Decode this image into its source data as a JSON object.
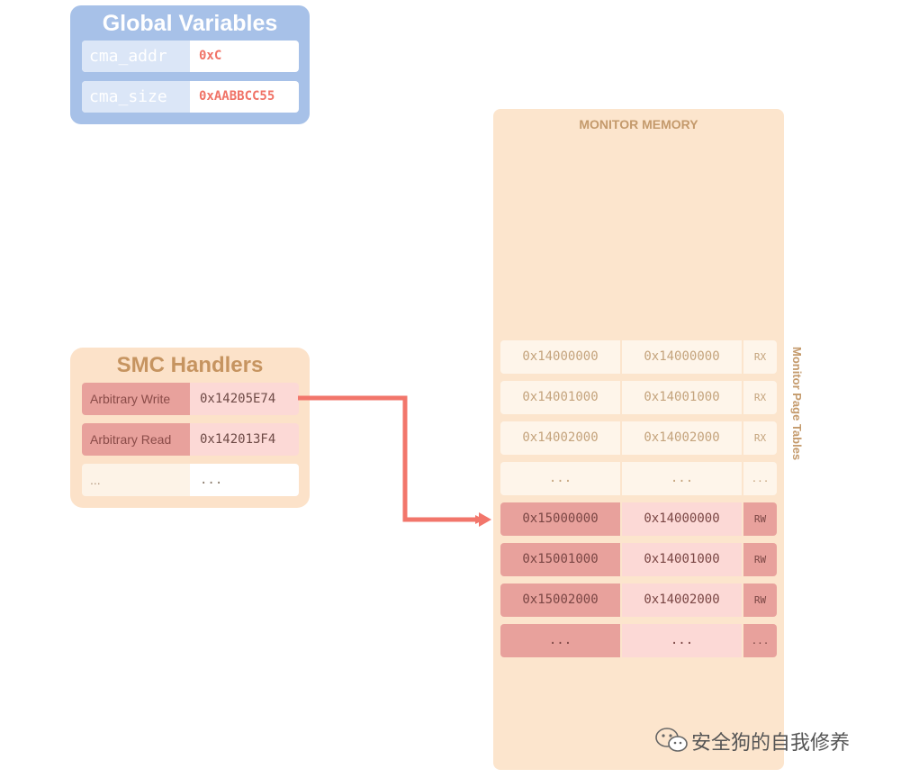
{
  "global_variables": {
    "title": "Global Variables",
    "rows": [
      {
        "key": "cma_addr",
        "value": "0xC"
      },
      {
        "key": "cma_size",
        "value": "0xAABBCC55"
      }
    ]
  },
  "smc_handlers": {
    "title": "SMC Handlers",
    "rows": [
      {
        "key": "Arbitrary Write",
        "value": "0x14205E74"
      },
      {
        "key": "Arbitrary Read",
        "value": "0x142013F4"
      },
      {
        "key": "...",
        "value": "..."
      }
    ]
  },
  "monitor_memory": {
    "title": "MONITOR MEMORY",
    "page_tables_label": "Monitor Page Tables",
    "entries": [
      {
        "va": "0x14000000",
        "pa": "0x14000000",
        "perm": "RX"
      },
      {
        "va": "0x14001000",
        "pa": "0x14001000",
        "perm": "RX"
      },
      {
        "va": "0x14002000",
        "pa": "0x14002000",
        "perm": "RX"
      },
      {
        "va": "...",
        "pa": "...",
        "perm": "..."
      },
      {
        "va": "0x15000000",
        "pa": "0x14000000",
        "perm": "RW"
      },
      {
        "va": "0x15001000",
        "pa": "0x14001000",
        "perm": "RW"
      },
      {
        "va": "0x15002000",
        "pa": "0x14002000",
        "perm": "RW"
      },
      {
        "va": "...",
        "pa": "...",
        "perm": "..."
      }
    ]
  },
  "arrow": {
    "from": "Arbitrary Write",
    "to": "0x15000000",
    "color": "#f2766b"
  },
  "watermark": {
    "text": "安全狗的自我修养",
    "icon": "wechat-icon"
  },
  "colors": {
    "global_bg": "#a7c1e8",
    "smc_bg": "#fce2c9",
    "memory_bg": "#fce5cd",
    "highlight": "#e8a19c"
  }
}
